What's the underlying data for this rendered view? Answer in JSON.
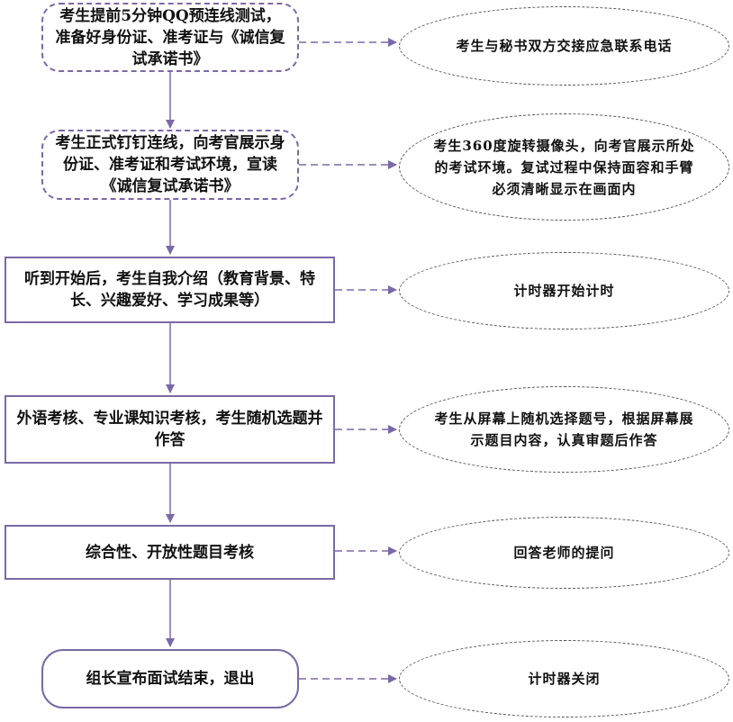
{
  "steps": [
    {
      "text": "考生提前5分钟QQ预连线测试，准备好身份证、准考证与《诚信复试承诺书》",
      "note": "考生与秘书双方交接应急联系电话"
    },
    {
      "text": "考生正式钉钉连线，向考官展示身份证、准考证和考试环境，宣读《诚信复试承诺书》",
      "note": "考生360度旋转摄像头，向考官展示所处的考试环境。复试过程中保持面容和手臂必须清晰显示在画面内"
    },
    {
      "text": "听到开始后，考生自我介绍（教育背景、特长、兴趣爱好、学习成果等）",
      "note": "计时器开始计时"
    },
    {
      "text": "外语考核、专业课知识考核，考生随机选题并作答",
      "note": "考生从屏幕上随机选择题号，根据屏幕展示题目内容，认真审题后作答"
    },
    {
      "text": "综合性、开放性题目考核",
      "note": "回答老师的提问"
    },
    {
      "text": "组长宣布面试结束，退出",
      "note": "计时器关闭"
    }
  ],
  "colors": {
    "box_border": "#7b68a6",
    "oval_border": "#555555",
    "arrow": "#7b68a6"
  }
}
